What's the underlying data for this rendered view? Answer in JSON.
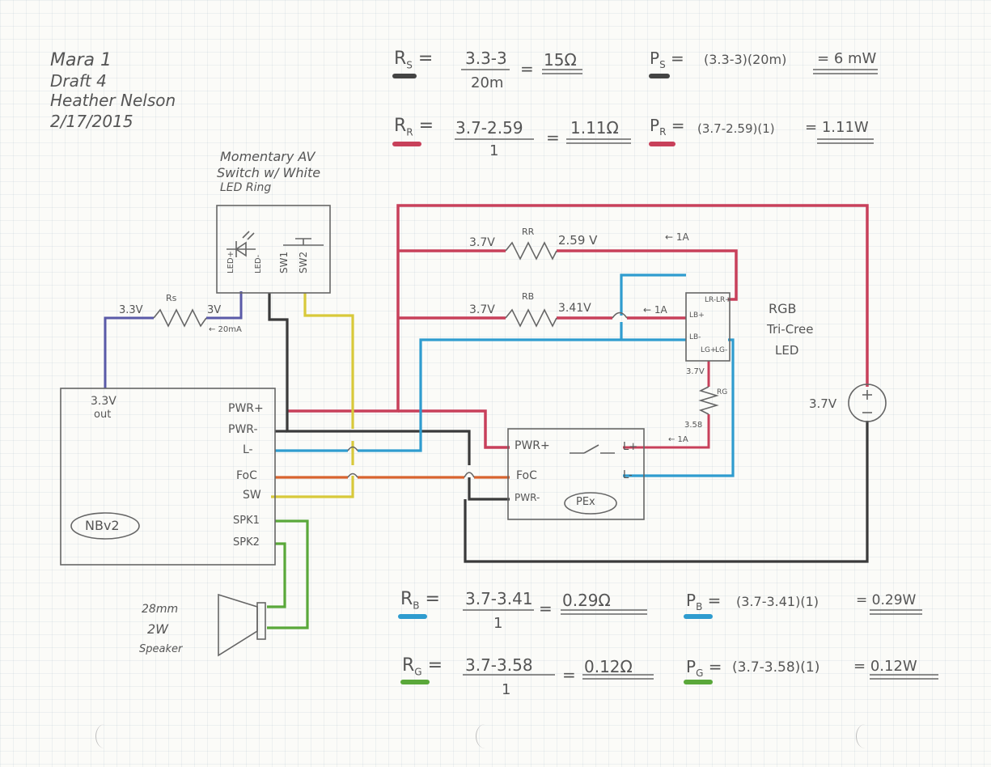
{
  "header": {
    "line1": "Mara 1",
    "line2": "Draft 4",
    "line3": "Heather Nelson",
    "line4": "2/17/2015"
  },
  "equations": {
    "rs": {
      "lhs": "R",
      "sub": "S",
      "num": "3.3-3",
      "den": "20m",
      "res": "15Ω"
    },
    "ps": {
      "lhs": "P",
      "sub": "S",
      "expr": "(3.3-3)(20m)",
      "res": "6 mW"
    },
    "rr": {
      "lhs": "R",
      "sub": "R",
      "num": "3.7-2.59",
      "den": "1",
      "res": "1.11Ω"
    },
    "pr": {
      "lhs": "P",
      "sub": "R",
      "expr": "(3.7-2.59)(1)",
      "res": "1.11W"
    },
    "rb": {
      "lhs": "R",
      "sub": "B",
      "num": "3.7-3.41",
      "den": "1",
      "res": "0.29Ω"
    },
    "pb": {
      "lhs": "P",
      "sub": "B",
      "expr": "(3.7-3.41)(1)",
      "res": "0.29W"
    },
    "rg": {
      "lhs": "R",
      "sub": "G",
      "num": "3.7-3.58",
      "den": "1",
      "res": "0.12Ω"
    },
    "pg": {
      "lhs": "P",
      "sub": "G",
      "expr": "(3.7-3.58)(1)",
      "res": "0.12W"
    }
  },
  "switch_module": {
    "caption_line1": "Momentary AV",
    "caption_line2": "Switch w/ White",
    "caption_line3": "LED Ring",
    "pins": [
      "LED+",
      "LED-",
      "SW1",
      "SW2"
    ]
  },
  "board": {
    "label_out": "3.3V",
    "label_out2": "out",
    "name": "NBv2",
    "pins": [
      "PWR+",
      "PWR-",
      "L-",
      "FoC",
      "SW",
      "SPK1",
      "SPK2"
    ]
  },
  "pex": {
    "name": "PEx",
    "pins_left": [
      "PWR+",
      "FoC",
      "PWR-"
    ],
    "pins_right": [
      "L+",
      "L-"
    ]
  },
  "rgb_led": {
    "title_line1": "RGB",
    "title_line2": "Tri-Cree",
    "title_line3": "LED",
    "pins": [
      "LR-",
      "LR+",
      "LB+",
      "LB-",
      "LG+",
      "LG-"
    ]
  },
  "labels": {
    "rs_left": "3.3V",
    "rs_name": "Rs",
    "rs_right": "3V",
    "rs_current": "← 20mA",
    "rr_left": "3.7V",
    "rr_name": "RR",
    "rr_right": "2.59 V",
    "rr_current": "← 1A",
    "rb_left": "3.7V",
    "rb_name": "RB",
    "rb_right": "3.41V",
    "rb_current": "← 1A",
    "rg_top": "3.7V",
    "rg_name": "RG",
    "rg_bottom": "3.58",
    "rg_current": "← 1A",
    "battery": "3.7V",
    "speaker_line1": "28mm",
    "speaker_line2": "2W",
    "speaker_line3": "Speaker"
  },
  "wire_colors": {
    "red": "#c8405a",
    "blue": "#2f9ccf",
    "green": "#5aa83a",
    "yellow": "#d8c93a",
    "orange": "#d8632e",
    "purple": "#5a5aa8",
    "black": "#3a3a3a",
    "pencil": "#666666"
  }
}
